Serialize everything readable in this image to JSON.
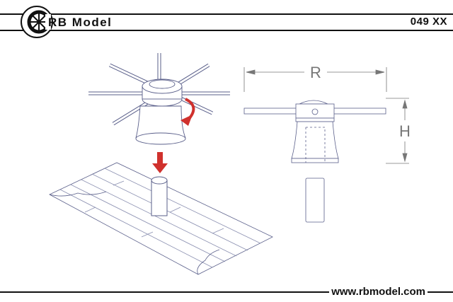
{
  "header": {
    "brand": "RB Model",
    "product_code": "049 XX"
  },
  "footer": {
    "website": "www.rbmodel.com"
  },
  "diagram": {
    "dimension_width_label": "R",
    "dimension_height_label": "H",
    "arrow_color": "#d0312d",
    "line_color": "#5a5f8a"
  }
}
